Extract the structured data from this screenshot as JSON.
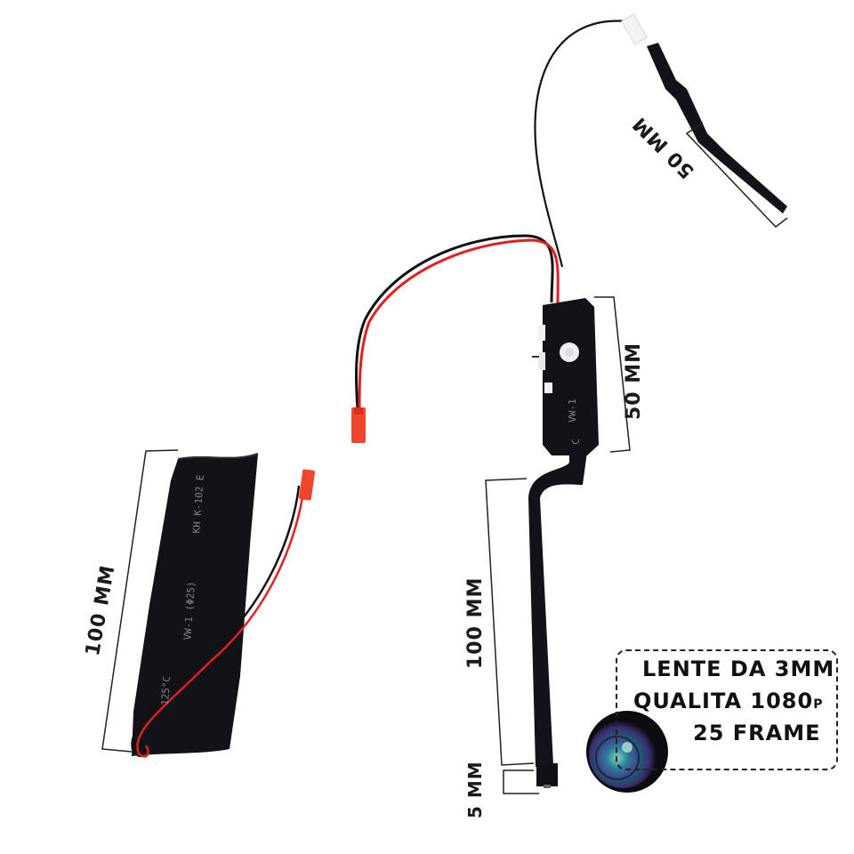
{
  "product": {
    "type": "mini spy camera module kit",
    "components": [
      "battery-pack",
      "power-lead-connector",
      "control-board",
      "antenna",
      "ribbon-cable",
      "camera-lens-module"
    ]
  },
  "dimensions": {
    "antenna": "50 MM",
    "board": "50 MM",
    "battery": "100 MM",
    "ribbon": "100 MM",
    "lens_head": "5 MM"
  },
  "callout": {
    "line1": "LENTE DA 3MM",
    "line2": "QUALITA 1080",
    "line2_suffix": "P",
    "line3": "25 FRAME"
  },
  "printed_text": {
    "battery_top": "KH K-102 E",
    "battery_mid": "VW-1 (Φ25)",
    "battery_low": "125°C",
    "board": "VW-1",
    "board_bottom": "C"
  },
  "colors": {
    "background": "#ffffff",
    "component_black": "#111318",
    "wire_red": "#e0201e",
    "connector_red": "#f0452f",
    "dimension_line": "#222222",
    "lens_teal": "#1f8c8a",
    "lens_purple": "#5a3f9e"
  }
}
